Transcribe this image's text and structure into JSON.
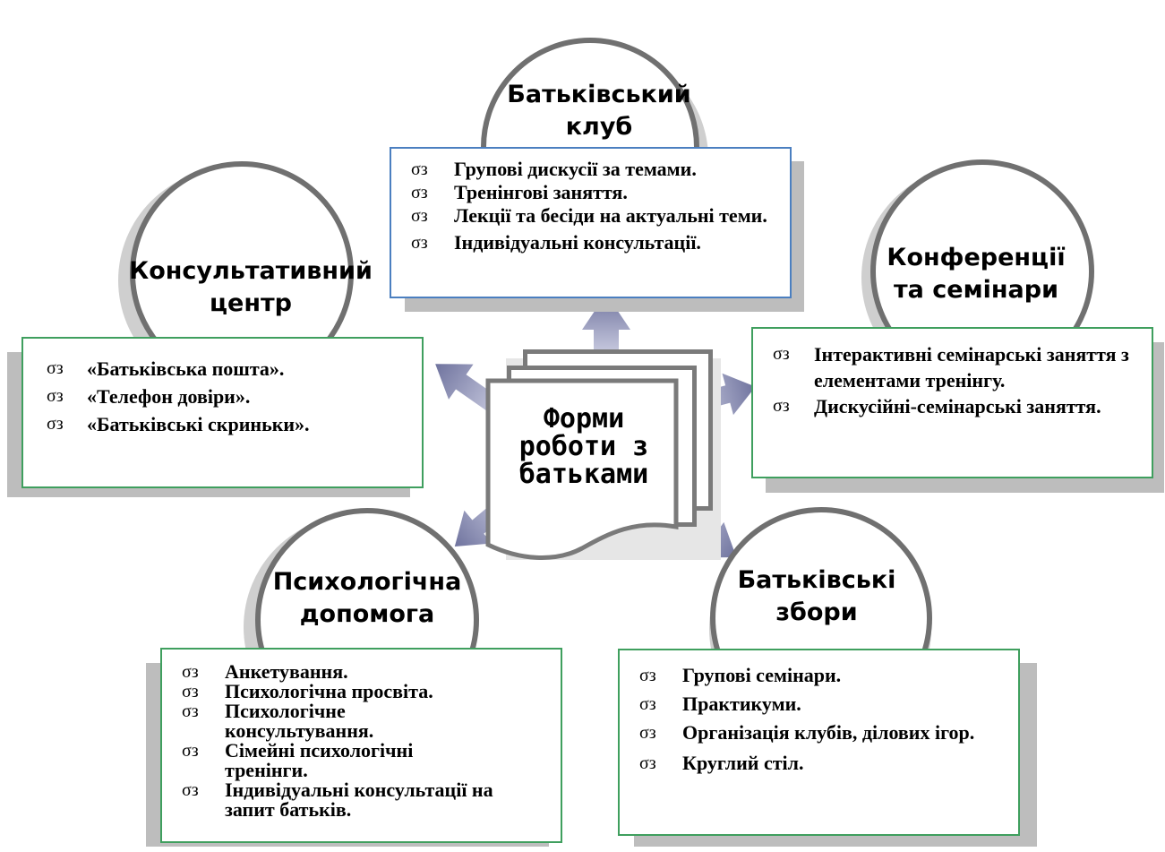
{
  "center": {
    "title_line1": "Форми",
    "title_line2": "роботи з",
    "title_line3": "батьками"
  },
  "bullet_glyph": "σз",
  "nodes": {
    "club": {
      "title_line1": "Батьківський",
      "title_line2": "клуб",
      "items": [
        "Групові дискусії за темами.",
        "Тренінгові заняття.",
        "Лекції та бесіди на актуальні теми.",
        "Індивідуальні консультації."
      ]
    },
    "consult": {
      "title_line1": "Консультативний",
      "title_line2": "центр",
      "items": [
        "«Батьківська пошта».",
        "«Телефон довіри».",
        "«Батьківські скриньки»."
      ]
    },
    "conf": {
      "title_line1": "Конференції",
      "title_line2": "та семінари",
      "items": [
        "Інтерактивні семінарські заняття з елементами тренінгу.",
        "Дискусійні-семінарські заняття."
      ]
    },
    "psych": {
      "title_line1": "Психологічна",
      "title_line2": "допомога",
      "items": [
        "Анкетування.",
        "Психологічна просвіта.",
        "Психологічне консультування.",
        "Сімейні психологічні тренінги.",
        "Індивідуальні консультації на запит батьків."
      ]
    },
    "meet": {
      "title_line1": "Батьківські",
      "title_line2": "збори",
      "items": [
        "Групові семінари.",
        "Практикуми.",
        "Організація клубів, ділових ігор.",
        "Круглий стіл."
      ]
    }
  },
  "colors": {
    "arrow": "#7a7fa8",
    "green_border": "#3f9f5e",
    "blue_border": "#4b7fc0",
    "circle_ring": "#707070"
  }
}
